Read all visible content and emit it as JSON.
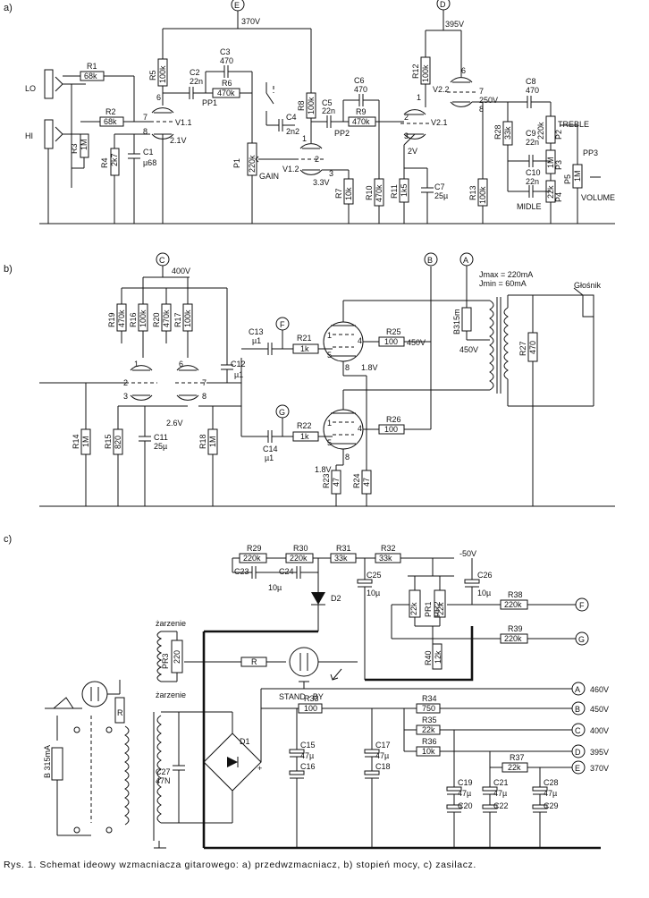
{
  "sections": {
    "a": "a)",
    "b": "b)",
    "c": "c)"
  },
  "preamp": {
    "node_E": "E",
    "node_D": "D",
    "v370": "370V",
    "v395": "395V",
    "v250": "250V",
    "v21": "2.1V",
    "v33": "3.3V",
    "v2": "2V",
    "input_lo": "LO",
    "input_hi": "HI",
    "R1": {
      "ref": "R1",
      "val": "68k"
    },
    "R2": {
      "ref": "R2",
      "val": "68k"
    },
    "R3": {
      "ref": "R3",
      "val": "1M"
    },
    "R4": {
      "ref": "R4",
      "val": "2k7"
    },
    "C1": {
      "ref": "C1",
      "val": "µ68"
    },
    "R5": {
      "ref": "R5",
      "val": "100k"
    },
    "V11": "V1.1",
    "V12": "V1.2",
    "V21": "V2.1",
    "V22": "V2.2",
    "C2": {
      "ref": "C2",
      "val": "22n"
    },
    "C3": {
      "ref": "C3",
      "val": "470"
    },
    "R6": {
      "ref": "R6",
      "val": "470k"
    },
    "PP1": "PP1",
    "R8": {
      "ref": "R8",
      "val": "100k"
    },
    "C4": {
      "ref": "C4",
      "val": "2n2"
    },
    "P1": {
      "ref": "P1",
      "val": "220k"
    },
    "gain": "GAIN",
    "R7": {
      "ref": "R7",
      "val": "10k"
    },
    "C5": {
      "ref": "C5",
      "val": "22n"
    },
    "C6": {
      "ref": "C6",
      "val": "470"
    },
    "R9": {
      "ref": "R9",
      "val": "470k"
    },
    "PP2": "PP2",
    "R10": {
      "ref": "R10",
      "val": "470k"
    },
    "R11": {
      "ref": "R11",
      "val": "1k5"
    },
    "C7": {
      "ref": "C7",
      "val": "25µ"
    },
    "R12": {
      "ref": "R12",
      "val": "100k"
    },
    "R13": {
      "ref": "R13",
      "val": "100k"
    },
    "C8": {
      "ref": "C8",
      "val": "470"
    },
    "C9": {
      "ref": "C9",
      "val": "22n"
    },
    "C10": {
      "ref": "C10",
      "val": "22n"
    },
    "R28": {
      "ref": "R28",
      "val": "33k"
    },
    "P2": {
      "ref": "P2",
      "val": "220k"
    },
    "P3": {
      "ref": "P3",
      "val": "1M"
    },
    "P4": {
      "ref": "P4",
      "val": "22k"
    },
    "P5": {
      "ref": "P5",
      "val": "1M"
    },
    "treble": "TREBLE",
    "midle": "MIDLE",
    "volume": "VOLUME",
    "PP3": "PP3",
    "pins": {
      "p1": "1",
      "p2": "2",
      "p3": "3",
      "p6": "6",
      "p7": "7",
      "p8": "8"
    }
  },
  "power_stage": {
    "node_C": "C",
    "node_B": "B",
    "node_A": "A",
    "node_F": "F",
    "node_G": "G",
    "v400": "400V",
    "v450a": "450V",
    "v450b": "450V",
    "v18a": "1.8V",
    "v18b": "1.8V",
    "v26": "2.6V",
    "jmax": "Jmax = 220mA",
    "jmin": "Jmin = 60mA",
    "speaker": "Głośnik",
    "fuse": "B315m",
    "R19": {
      "ref": "R19",
      "val": "470k"
    },
    "R16": {
      "ref": "R16",
      "val": "100k"
    },
    "R20": {
      "ref": "R20",
      "val": "470k"
    },
    "R17": {
      "ref": "R17",
      "val": "100k"
    },
    "C12": {
      "ref": "C12",
      "val": "µ1"
    },
    "C13": {
      "ref": "C13",
      "val": "µ1"
    },
    "C14": {
      "ref": "C14",
      "val": "µ1"
    },
    "R21": {
      "ref": "R21",
      "val": "1k"
    },
    "R22": {
      "ref": "R22",
      "val": "1k"
    },
    "R25": {
      "ref": "R25",
      "val": "100"
    },
    "R26": {
      "ref": "R26",
      "val": "100"
    },
    "R27": {
      "ref": "R27",
      "val": "470"
    },
    "R14": {
      "ref": "R14",
      "val": "1M"
    },
    "R15": {
      "ref": "R15",
      "val": "820"
    },
    "C11": {
      "ref": "C11",
      "val": "25µ"
    },
    "R18": {
      "ref": "R18",
      "val": "1M"
    },
    "R23": {
      "ref": "R23",
      "val": "47"
    },
    "R24": {
      "ref": "R24",
      "val": "47"
    }
  },
  "supply": {
    "R29": {
      "ref": "R29",
      "val": "220k"
    },
    "R30": {
      "ref": "R30",
      "val": "220k"
    },
    "R31": {
      "ref": "R31",
      "val": "33k"
    },
    "R32": {
      "ref": "R32",
      "val": "33k"
    },
    "vneg50": "-50V",
    "C23": {
      "ref": "C23",
      "val": ""
    },
    "C24": {
      "ref": "C24",
      "val": "10µ"
    },
    "C25": {
      "ref": "C25",
      "val": "10µ"
    },
    "C26": {
      "ref": "C26",
      "val": "10µ"
    },
    "D1": "D1",
    "D2": "D2",
    "PR1": {
      "ref": "PR1",
      "val": "22k"
    },
    "PR2": {
      "ref": "PR2",
      "val": "22k"
    },
    "R38": {
      "ref": "R38",
      "val": "220k"
    },
    "R39": {
      "ref": "R39",
      "val": "220k"
    },
    "R40": {
      "ref": "R40",
      "val": "12k"
    },
    "PR3": {
      "ref": "PR3",
      "val": "220"
    },
    "zarzenie1": "żarzenie",
    "zarzenie2": "żarzenie",
    "R": "R",
    "standby": "STAND - BY",
    "R33": {
      "ref": "R33",
      "val": "100"
    },
    "R34": {
      "ref": "R34",
      "val": "750"
    },
    "R35": {
      "ref": "R35",
      "val": "22k"
    },
    "R36": {
      "ref": "R36",
      "val": "10k"
    },
    "R37": {
      "ref": "R37",
      "val": "22k"
    },
    "C27": {
      "ref": "C27",
      "val": "47N"
    },
    "C15": {
      "ref": "C15",
      "val": "47µ"
    },
    "C16": "C16",
    "C17": {
      "ref": "C17",
      "val": "47µ"
    },
    "C18": "C18",
    "C19": {
      "ref": "C19",
      "val": "47µ"
    },
    "C20": "C20",
    "C21": {
      "ref": "C21",
      "val": "47µ"
    },
    "C22": "C22",
    "C28": {
      "ref": "C28",
      "val": "47µ"
    },
    "C29": "C29",
    "fuse": "B 315mA",
    "out_A": {
      "node": "A",
      "volt": "460V"
    },
    "out_B": {
      "node": "B",
      "volt": "450V"
    },
    "out_C": {
      "node": "C",
      "volt": "400V"
    },
    "out_D": {
      "node": "D",
      "volt": "395V"
    },
    "out_E": {
      "node": "E",
      "volt": "370V"
    },
    "node_F": "F",
    "node_G": "G"
  },
  "caption": "Rys. 1. Schemat ideowy wzmacniacza gitarowego: a) przedwzmacniacz, b) stopień mocy, c) zasilacz."
}
